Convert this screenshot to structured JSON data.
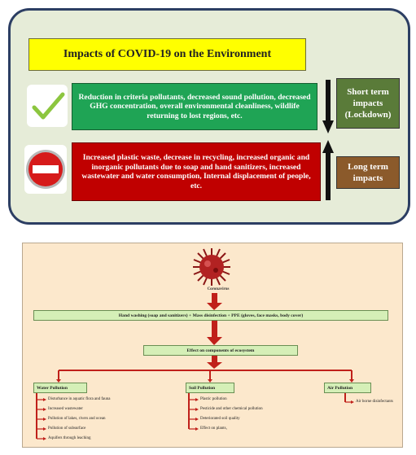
{
  "panel1": {
    "title": "Impacts of COVID-19 on the Environment",
    "short_term": {
      "text": "Reduction in criteria pollutants, decreased sound pollution, decreased GHG concentration, overall environmental cleanliness, wildlife returning to lost regions, etc.",
      "label": "Short term impacts (Lockdown)",
      "icon": "checkmark-icon",
      "color": "#1fa455"
    },
    "long_term": {
      "text": "Increased plastic waste, decrease in recycling, increased organic and inorganic pollutants due to soap and hand sanitizers, increased wastewater and water consumption, Internal displacement of people, etc.",
      "label": "Long term impacts",
      "icon": "no-entry-icon",
      "color": "#c00000"
    }
  },
  "panel2": {
    "virus_label": "Coronavirus",
    "hand_washing": "Hand washing (soap and sanitizers) + Mass disinfection + PPE (gloves, face masks, body cover)",
    "effect": "Effect on components of ecosystem",
    "water": {
      "title": "Water Pollution",
      "items": [
        "Disturbance in aquatic flora and fauna",
        "Increased wastewater",
        "Pollution of lakes, rivers and ocean",
        "Pollution of subsurface",
        "Aquifers through leaching"
      ]
    },
    "soil": {
      "title": "Soil Pollution",
      "items": [
        "Plastic pollution",
        "Pesticide and other chemical pollution",
        "Deteriorated soil quality",
        "Effect on plants,"
      ]
    },
    "air": {
      "title": "Air Pollution",
      "items": [
        "Air borne disinfectants"
      ]
    }
  }
}
